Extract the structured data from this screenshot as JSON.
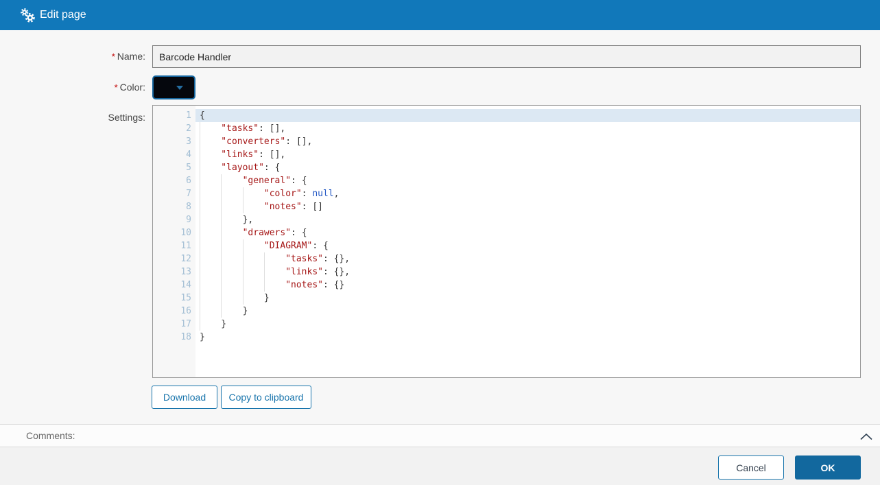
{
  "header": {
    "title": "Edit page"
  },
  "form": {
    "required_marker": "*",
    "name_label": "Name:",
    "name_value": "Barcode Handler",
    "color_label": "Color:",
    "color_value": "#000000",
    "settings_label": "Settings:",
    "buttons": {
      "download": "Download",
      "copy": "Copy to clipboard"
    },
    "editor": {
      "active_line": 1,
      "lines": [
        {
          "n": 1,
          "indent": 0,
          "tokens": [
            [
              "p",
              "{"
            ]
          ]
        },
        {
          "n": 2,
          "indent": 1,
          "tokens": [
            [
              "s",
              "\"tasks\""
            ],
            [
              "p",
              ": [],"
            ]
          ]
        },
        {
          "n": 3,
          "indent": 1,
          "tokens": [
            [
              "s",
              "\"converters\""
            ],
            [
              "p",
              ": [],"
            ]
          ]
        },
        {
          "n": 4,
          "indent": 1,
          "tokens": [
            [
              "s",
              "\"links\""
            ],
            [
              "p",
              ": [],"
            ]
          ]
        },
        {
          "n": 5,
          "indent": 1,
          "tokens": [
            [
              "s",
              "\"layout\""
            ],
            [
              "p",
              ": {"
            ]
          ]
        },
        {
          "n": 6,
          "indent": 2,
          "tokens": [
            [
              "s",
              "\"general\""
            ],
            [
              "p",
              ": {"
            ]
          ]
        },
        {
          "n": 7,
          "indent": 3,
          "tokens": [
            [
              "s",
              "\"color\""
            ],
            [
              "p",
              ": "
            ],
            [
              "a",
              "null"
            ],
            [
              "p",
              ","
            ]
          ]
        },
        {
          "n": 8,
          "indent": 3,
          "tokens": [
            [
              "s",
              "\"notes\""
            ],
            [
              "p",
              ": []"
            ]
          ]
        },
        {
          "n": 9,
          "indent": 2,
          "tokens": [
            [
              "p",
              "},"
            ]
          ]
        },
        {
          "n": 10,
          "indent": 2,
          "tokens": [
            [
              "s",
              "\"drawers\""
            ],
            [
              "p",
              ": {"
            ]
          ]
        },
        {
          "n": 11,
          "indent": 3,
          "tokens": [
            [
              "s",
              "\"DIAGRAM\""
            ],
            [
              "p",
              ": {"
            ]
          ]
        },
        {
          "n": 12,
          "indent": 4,
          "tokens": [
            [
              "s",
              "\"tasks\""
            ],
            [
              "p",
              ": {},"
            ]
          ]
        },
        {
          "n": 13,
          "indent": 4,
          "tokens": [
            [
              "s",
              "\"links\""
            ],
            [
              "p",
              ": {},"
            ]
          ]
        },
        {
          "n": 14,
          "indent": 4,
          "tokens": [
            [
              "s",
              "\"notes\""
            ],
            [
              "p",
              ": {}"
            ]
          ]
        },
        {
          "n": 15,
          "indent": 3,
          "tokens": [
            [
              "p",
              "}"
            ]
          ]
        },
        {
          "n": 16,
          "indent": 2,
          "tokens": [
            [
              "p",
              "}"
            ]
          ]
        },
        {
          "n": 17,
          "indent": 1,
          "tokens": [
            [
              "p",
              "}"
            ]
          ]
        },
        {
          "n": 18,
          "indent": 0,
          "tokens": [
            [
              "p",
              "}"
            ]
          ]
        }
      ]
    }
  },
  "comments": {
    "label": "Comments:"
  },
  "footer": {
    "cancel": "Cancel",
    "ok": "OK"
  },
  "colors": {
    "header_bg": "#1178ba",
    "accent": "#1673ab",
    "string": "#a51616",
    "atom": "#2257c4",
    "active_line_bg": "#dce8f3"
  }
}
